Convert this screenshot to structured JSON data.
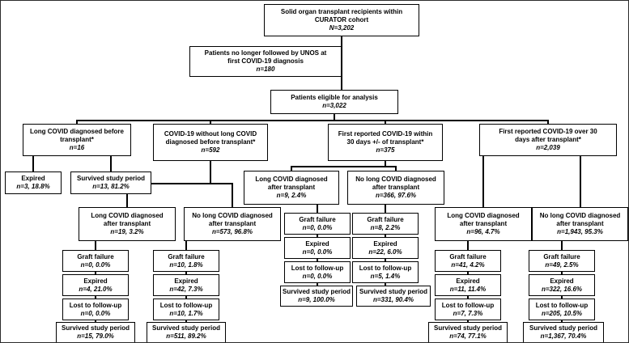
{
  "nodes": {
    "top": {
      "line1": "Solid organ transplant recipients within",
      "line2": "CURATOR cohort",
      "stat": "N=3,202"
    },
    "excluded": {
      "line1": "Patients no longer followed by UNOS at",
      "line2": "first COVID-19 diagnosis",
      "stat": "n=180"
    },
    "eligible": {
      "line1": "Patients eligible for analysis",
      "stat": "n=3,022"
    },
    "branch1": {
      "line1": "Long COVID diagnosed before",
      "line2": "transplant*",
      "stat": "n=16"
    },
    "branch2": {
      "line1": "COVID-19 without long COVID",
      "line2": "diagnosed before transplant*",
      "stat": "n=592"
    },
    "branch3": {
      "line1": "First reported COVID-19 within",
      "line2": "30 days +/- of transplant*",
      "stat": "n=375"
    },
    "branch4": {
      "line1": "First reported COVID-19 over 30",
      "line2": "days after transplant*",
      "stat": "n=2,039"
    },
    "b1_expired": {
      "line1": "Expired",
      "stat": "n=3, 18.8%"
    },
    "b1_survived": {
      "line1": "Survived study period",
      "stat": "n=13, 81.2%"
    },
    "b2_lc": {
      "line1": "Long COVID diagnosed",
      "line2": "after transplant",
      "stat": "n=19, 3.2%"
    },
    "b2_nolc": {
      "line1": "No long COVID diagnosed",
      "line2": "after transplant",
      "stat": "n=573, 96.8%"
    },
    "b2_lc_graft": {
      "line1": "Graft failure",
      "stat": "n=0, 0.0%"
    },
    "b2_lc_expired": {
      "line1": "Expired",
      "stat": "n=4, 21.0%"
    },
    "b2_lc_lost": {
      "line1": "Lost to follow-up",
      "stat": "n=0, 0.0%"
    },
    "b2_lc_survived": {
      "line1": "Survived study period",
      "stat": "n=15, 79.0%"
    },
    "b2_nolc_graft": {
      "line1": "Graft failure",
      "stat": "n=10, 1.8%"
    },
    "b2_nolc_expired": {
      "line1": "Expired",
      "stat": "n=42, 7.3%"
    },
    "b2_nolc_lost": {
      "line1": "Lost to follow-up",
      "stat": "n=10, 1.7%"
    },
    "b2_nolc_survived": {
      "line1": "Survived study period",
      "stat": "n=511, 89.2%"
    },
    "b3_lc": {
      "line1": "Long COVID diagnosed",
      "line2": "after transplant",
      "stat": "n=9, 2.4%"
    },
    "b3_nolc": {
      "line1": "No long COVID diagnosed",
      "line2": "after transplant",
      "stat": "n=366, 97.6%"
    },
    "b3_lc_graft": {
      "line1": "Graft failure",
      "stat": "n=0, 0.0%"
    },
    "b3_lc_expired": {
      "line1": "Expired",
      "stat": "n=0, 0.0%"
    },
    "b3_lc_lost": {
      "line1": "Lost to follow-up",
      "stat": "n=0, 0.0%"
    },
    "b3_lc_survived": {
      "line1": "Survived study period",
      "stat": "n=9, 100.0%"
    },
    "b3_nolc_graft": {
      "line1": "Graft failure",
      "stat": "n=8, 2.2%"
    },
    "b3_nolc_expired": {
      "line1": "Expired",
      "stat": "n=22, 6.0%"
    },
    "b3_nolc_lost": {
      "line1": "Lost to follow-up",
      "stat": "n=5, 1.4%"
    },
    "b3_nolc_survived": {
      "line1": "Survived study period",
      "stat": "n=331, 90.4%"
    },
    "b4_lc": {
      "line1": "Long COVID diagnosed",
      "line2": "after transplant",
      "stat": "n=96, 4.7%"
    },
    "b4_nolc": {
      "line1": "No long COVID diagnosed",
      "line2": "after transplant",
      "stat": "n=1,943, 95.3%"
    },
    "b4_lc_graft": {
      "line1": "Graft failure",
      "stat": "n=41, 4.2%"
    },
    "b4_lc_expired": {
      "line1": "Expired",
      "stat": "n=11, 11.4%"
    },
    "b4_lc_lost": {
      "line1": "Lost to follow-up",
      "stat": "n=7, 7.3%"
    },
    "b4_lc_survived": {
      "line1": "Survived study period",
      "stat": "n=74, 77.1%"
    },
    "b4_nolc_graft": {
      "line1": "Graft failure",
      "stat": "n=49, 2.5%"
    },
    "b4_nolc_expired": {
      "line1": "Expired",
      "stat": "n=322, 16.6%"
    },
    "b4_nolc_lost": {
      "line1": "Lost to follow-up",
      "stat": "n=205, 10.5%"
    },
    "b4_nolc_survived": {
      "line1": "Survived study period",
      "stat": "n=1,367, 70.4%"
    }
  }
}
